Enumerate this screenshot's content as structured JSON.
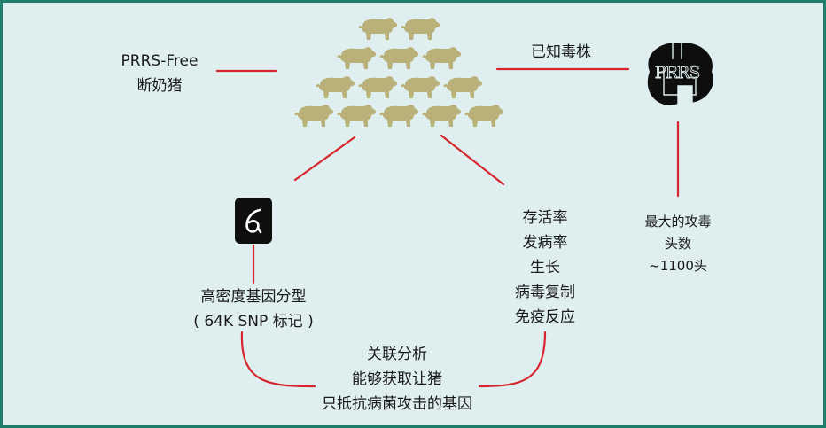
{
  "labels": {
    "weaned_line1": "PRRS-Free",
    "weaned_line2": "断奶猪",
    "strain": "已知毒株",
    "virus_text": "PRRS",
    "genotype_line1": "高密度基因分型",
    "genotype_line2": "( 64K SNP 标记 )",
    "traits": [
      "存活率",
      "发病率",
      "生长",
      "病毒复制",
      "免疫反应"
    ],
    "dose": [
      "最大的攻毒",
      "头数",
      "~1100头"
    ],
    "association": [
      "关联分析",
      "能够获取让猪",
      "只抵抗病菌攻击的基因"
    ]
  },
  "colors": {
    "frame": "#1f7d6c",
    "background": "#dfeeee",
    "connector": "#d8262e",
    "pig": "#b9b07a",
    "icon": "#0e0e0e"
  },
  "icons": {
    "herd": "pig-herd-icon",
    "virus": "prrs-virus-icon",
    "chip": "genotyping-chip-icon"
  }
}
